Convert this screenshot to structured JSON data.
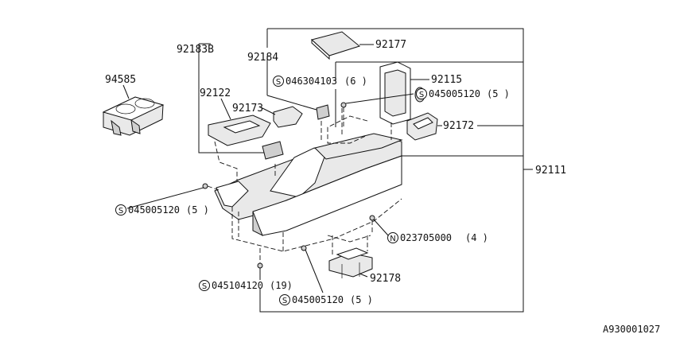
{
  "diagram_id": "A930001027",
  "parts": {
    "p92177": "92177",
    "p92183b": "92183B",
    "p92184": "92184",
    "p94585": "94585",
    "p92115": "92115",
    "p92122": "92122",
    "p92173": "92173",
    "p92172": "92172",
    "p92111": "92111",
    "p92178": "92178"
  },
  "fasteners": {
    "f1": {
      "prefix": "S",
      "code": "046304103",
      "qty": "(6 )"
    },
    "f2": {
      "prefix": "S",
      "code": "045005120",
      "qty": "(5 )"
    },
    "f3": {
      "prefix": "S",
      "code": "045005120",
      "qty": "(5 )"
    },
    "f4": {
      "prefix": "N",
      "code": "023705000",
      "qty": "(4 )"
    },
    "f5": {
      "prefix": "S",
      "code": "045104120",
      "qty": "(19)"
    },
    "f6": {
      "prefix": "S",
      "code": "045005120",
      "qty": "(5 )"
    }
  }
}
